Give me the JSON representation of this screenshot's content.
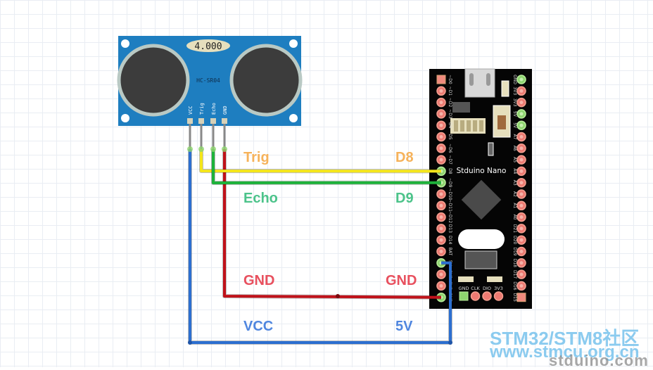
{
  "diagram": {
    "title": "HC-SR04 to Stduino Nano wiring",
    "sensor": {
      "model": "HC-SR04",
      "display_value": "4.000",
      "pins": [
        "VCC",
        "Trig",
        "Echo",
        "GND"
      ],
      "board_color": "#1e7ec0"
    },
    "board": {
      "name": "Stduino Nano",
      "left_pins": [
        "~D0",
        "~D1",
        "~D2",
        "~D3",
        "D4",
        "D5",
        "~D6",
        "~D7",
        "D8",
        "~D9",
        "~D10",
        "~D11",
        "~D12",
        "D13",
        "D14",
        "BAT",
        "5V",
        "3V3",
        "3V3",
        "GND"
      ],
      "right_pins": [
        "GND",
        "3V3",
        "3V3",
        "5V",
        "5V",
        "A7",
        "A6",
        "A5",
        "A4",
        "A3",
        "A2",
        "A1",
        "A0",
        "D21",
        "D20",
        "D19",
        "D18",
        "D17",
        "D16",
        "D15"
      ],
      "bottom_header": [
        "GND",
        "CLK",
        "DIO",
        "3V3"
      ]
    },
    "connections": [
      {
        "from": "Trig",
        "to": "D8",
        "color": "#f5e61a",
        "from_label_color": "#f6b25a",
        "to_label_color": "#f6b25a"
      },
      {
        "from": "Echo",
        "to": "D9",
        "color": "#1eb23a",
        "from_label_color": "#4cc38a",
        "to_label_color": "#4cc38a"
      },
      {
        "from": "GND",
        "to": "GND",
        "color": "#c0121a",
        "from_label_color": "#e8505e",
        "to_label_color": "#e8505e"
      },
      {
        "from": "VCC",
        "to": "5V",
        "color": "#2c6fd0",
        "from_label_color": "#4f86df",
        "to_label_color": "#4f86df"
      }
    ],
    "labels": {
      "trig": "Trig",
      "d8": "D8",
      "echo": "Echo",
      "d9": "D9",
      "gnd_left": "GND",
      "gnd_right": "GND",
      "vcc": "VCC",
      "v5": "5V"
    }
  },
  "watermark": {
    "line1": "STM32/STM8社区",
    "line2": "www.stmcu.org.cn",
    "line3": "stduino.com"
  }
}
